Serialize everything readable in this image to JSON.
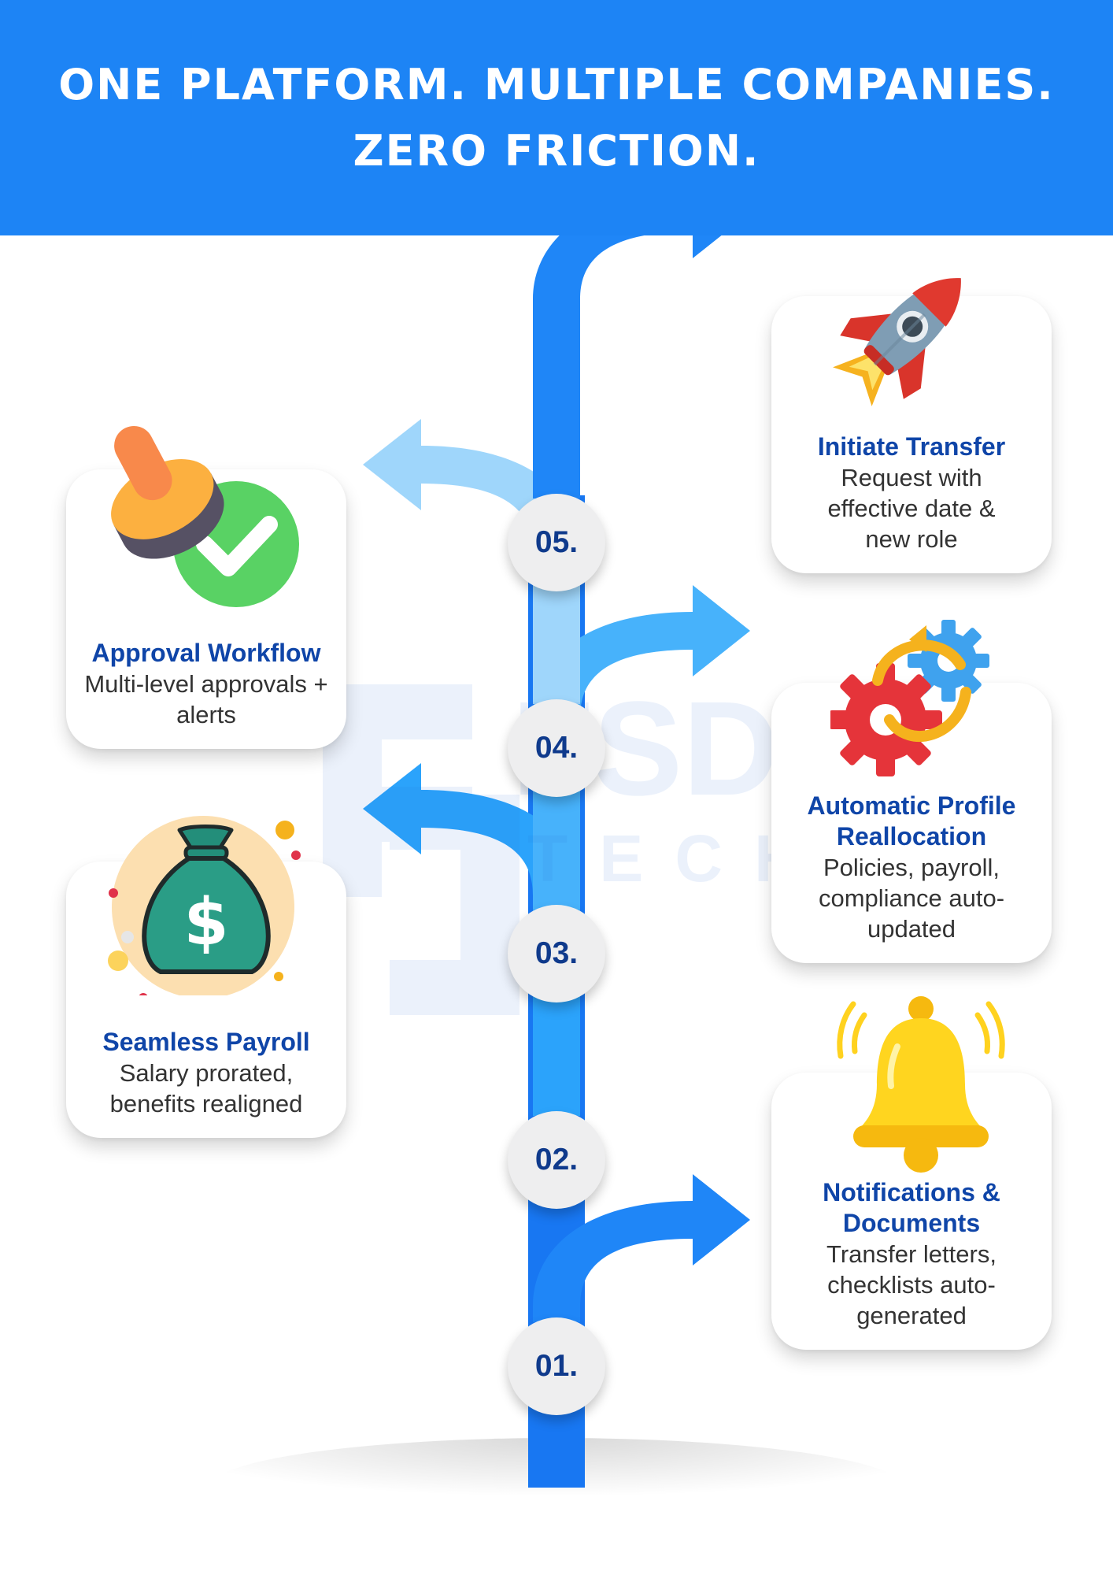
{
  "header": {
    "title": "ONE PLATFORM. MULTIPLE COMPANIES. ZERO FRICTION."
  },
  "watermark": {
    "brand": "FSD",
    "sub": "TECH"
  },
  "steps": [
    {
      "number": "01.",
      "title": "Notifications & Documents",
      "description": "Transfer letters, checklists auto-generated",
      "icon": "bell-icon",
      "side": "right",
      "arrow_color": "#1f86f7"
    },
    {
      "number": "02.",
      "title": "Seamless Payroll",
      "description": "Salary prorated, benefits realigned",
      "icon": "money-bag-icon",
      "side": "left",
      "arrow_color": "#2ba3fb"
    },
    {
      "number": "03.",
      "title": "Automatic Profile Reallocation",
      "description": "Policies, payroll, compliance auto-updated",
      "icon": "gears-sync-icon",
      "side": "right",
      "arrow_color": "#47b2fb"
    },
    {
      "number": "04.",
      "title": "Approval Workflow",
      "description": "Multi-level approvals + alerts",
      "icon": "approval-stamp-icon",
      "side": "left",
      "arrow_color": "#9fd6fb"
    },
    {
      "number": "05.",
      "title": "Initiate Transfer",
      "description": "Request with effective date & new role",
      "icon": "rocket-icon",
      "side": "right",
      "arrow_color": "#1f86f7"
    }
  ],
  "colors": {
    "header_bg": "#1d84f5",
    "spine": "#1877f2",
    "title_text": "#0f45a8",
    "step_circle": "#eeeeef"
  }
}
